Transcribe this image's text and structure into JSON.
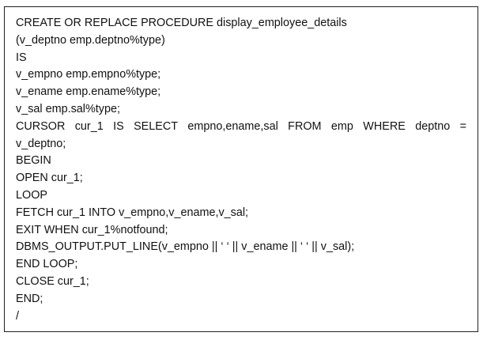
{
  "code": {
    "lines": [
      "CREATE OR REPLACE PROCEDURE display_employee_details",
      "(v_deptno emp.deptno%type)",
      "IS",
      "v_empno emp.empno%type;",
      "v_ename emp.ename%type;",
      "v_sal emp.sal%type;",
      "CURSOR cur_1 IS SELECT empno,ename,sal FROM emp WHERE deptno =",
      "v_deptno;",
      "BEGIN",
      "OPEN cur_1;",
      "LOOP",
      "FETCH cur_1 INTO v_empno,v_ename,v_sal;",
      "EXIT WHEN cur_1%notfound;",
      "DBMS_OUTPUT.PUT_LINE(v_empno || ‘ ‘ || v_ename || ‘ ‘ || v_sal);",
      "END LOOP;",
      "CLOSE cur_1;",
      "END;",
      "/"
    ]
  }
}
